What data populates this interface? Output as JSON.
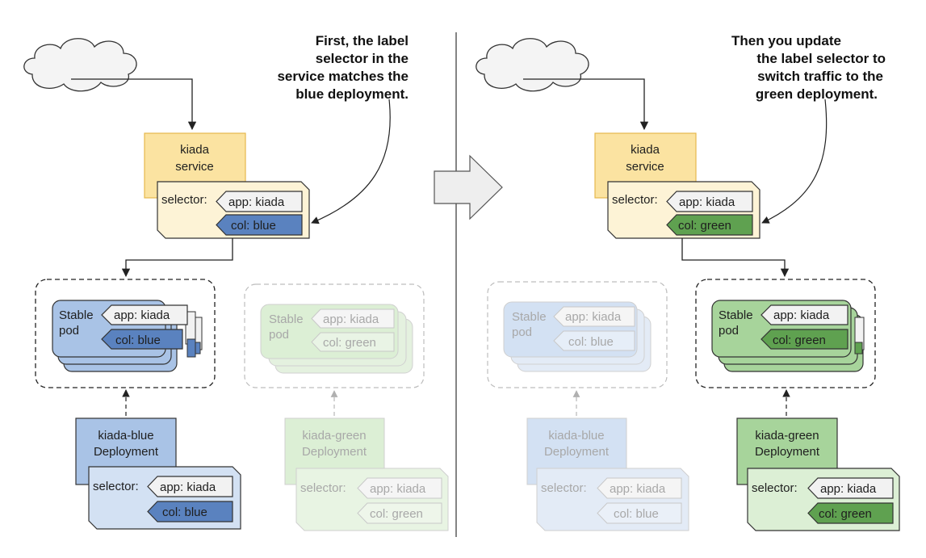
{
  "annotations": {
    "left": [
      "First, the label",
      "selector in the",
      "service matches the",
      "blue deployment."
    ],
    "right": [
      "Then you update",
      "the label selector to",
      "switch traffic to the",
      "green deployment."
    ]
  },
  "service": {
    "title_line1": "kiada",
    "title_line2": "service",
    "selector_label": "selector:",
    "app_tag": "app: kiada",
    "left_col_tag": "col: blue",
    "right_col_tag": "col: green"
  },
  "pods": {
    "name_line1": "Stable",
    "name_line2": "pod",
    "app_tag": "app: kiada",
    "blue_col_tag": "col: blue",
    "green_col_tag": "col: green"
  },
  "deployments": {
    "blue_line1": "kiada-blue",
    "green_line1": "kiada-green",
    "line2": "Deployment",
    "selector_label": "selector:",
    "app_tag": "app: kiada",
    "blue_col_tag": "col: blue",
    "green_col_tag": "col: green"
  },
  "colors": {
    "service_fill": "#fbe3a1",
    "service_border": "#e5b84c",
    "service_selector_fill": "#fdf3d6",
    "blue_fill": "#a9c3e6",
    "blue_dark": "#5a82bf",
    "blue_pale": "#d3e1f3",
    "green_fill": "#a7d49b",
    "green_dark": "#5fa150",
    "green_pale": "#dcefd5",
    "tag_fill": "#f2f2f2",
    "line": "#222222"
  }
}
